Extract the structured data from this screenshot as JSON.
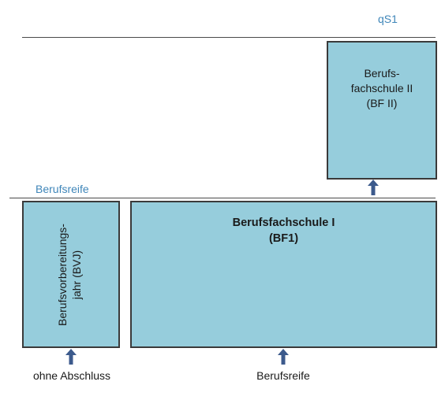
{
  "levels": {
    "top": "qS1",
    "middle": "Berufsreife"
  },
  "boxes": {
    "bf2": {
      "line1": "Berufs-",
      "line2": "fachschule II",
      "line3": "(BF II)"
    },
    "bvj": {
      "line1": "Berufsvorbereitungs-",
      "line2": "jahr (BVJ)"
    },
    "bf1": {
      "line1": "Berufsfachschule I",
      "line2": "(BF1)"
    }
  },
  "entries": {
    "left": "ohne Abschluss",
    "center": "Berufsreife"
  },
  "colors": {
    "box_fill": "#96cddc",
    "arrow": "#3c5a8c",
    "level_label": "#3f86b9"
  }
}
